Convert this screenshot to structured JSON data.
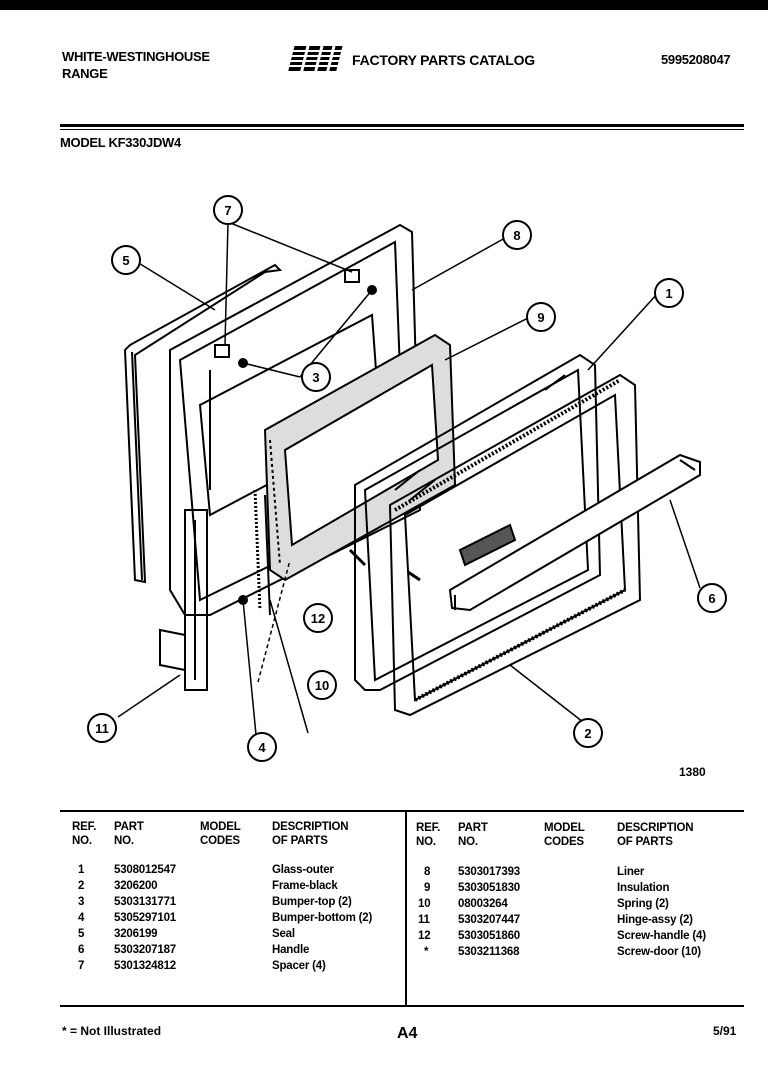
{
  "header": {
    "brand_line1": "WHITE-WESTINGHOUSE",
    "brand_line2": "RANGE",
    "logo_text": "WCI",
    "catalog_title": "FACTORY PARTS CATALOG",
    "catalog_number": "5995208047",
    "model": "MODEL KF330JDW4"
  },
  "diagram": {
    "figure_number": "1380",
    "callouts": [
      "1",
      "2",
      "3",
      "4",
      "5",
      "6",
      "7",
      "8",
      "9",
      "10",
      "11",
      "12"
    ]
  },
  "table": {
    "headers": {
      "ref_line1": "REF.",
      "ref_line2": "NO.",
      "part_line1": "PART",
      "part_line2": "NO.",
      "model_line1": "MODEL",
      "model_line2": "CODES",
      "desc_line1": "DESCRIPTION",
      "desc_line2": "OF PARTS"
    },
    "left_rows": [
      {
        "ref": "1",
        "part": "5308012547",
        "desc": "Glass-outer"
      },
      {
        "ref": "2",
        "part": "3206200",
        "desc": "Frame-black"
      },
      {
        "ref": "3",
        "part": "5303131771",
        "desc": "Bumper-top (2)"
      },
      {
        "ref": "4",
        "part": "5305297101",
        "desc": "Bumper-bottom (2)"
      },
      {
        "ref": "5",
        "part": "3206199",
        "desc": "Seal"
      },
      {
        "ref": "6",
        "part": "5303207187",
        "desc": "Handle"
      },
      {
        "ref": "7",
        "part": "5301324812",
        "desc": "Spacer (4)"
      }
    ],
    "right_rows": [
      {
        "ref": "8",
        "part": "5303017393",
        "desc": "Liner"
      },
      {
        "ref": "9",
        "part": "5303051830",
        "desc": "Insulation"
      },
      {
        "ref": "10",
        "part": "08003264",
        "desc": "Spring (2)"
      },
      {
        "ref": "11",
        "part": "5303207447",
        "desc": "Hinge-assy (2)"
      },
      {
        "ref": "12",
        "part": "5303051860",
        "desc": "Screw-handle (4)"
      },
      {
        "ref": "*",
        "part": "5303211368",
        "desc": "Screw-door (10)"
      }
    ]
  },
  "footer": {
    "note": "* = Not Illustrated",
    "page": "A4",
    "date": "5/91"
  }
}
